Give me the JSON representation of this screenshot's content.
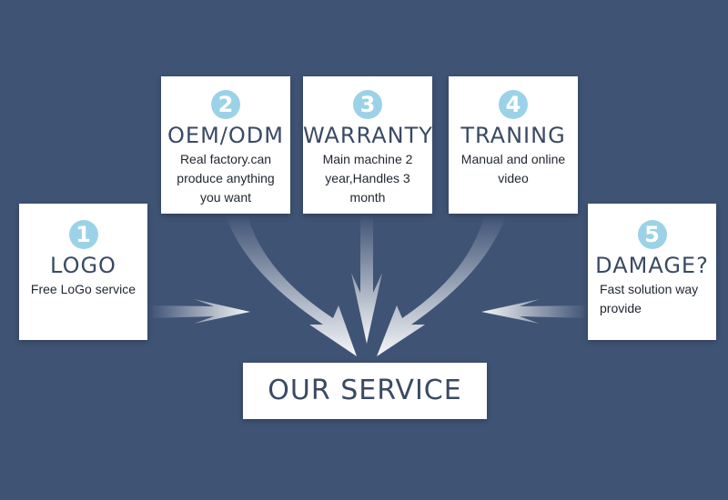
{
  "background_color": "#3f5375",
  "accent_color": "#9cd2e8",
  "cards": [
    {
      "number": "1",
      "title": "LOGO",
      "desc_lines": [
        "Free LoGo service"
      ]
    },
    {
      "number": "2",
      "title": "OEM/ODM",
      "desc_lines": [
        "Real factory.can",
        "produce anything",
        "you want"
      ]
    },
    {
      "number": "3",
      "title": "WARRANTY",
      "desc_lines": [
        "Main machine 2",
        "year,Handles 3",
        "month"
      ]
    },
    {
      "number": "4",
      "title": "TRANING",
      "desc_lines": [
        "Manual and online",
        "video"
      ]
    },
    {
      "number": "5",
      "title": "DAMAGE?",
      "desc_lines": [
        "Fast solution way",
        "provide"
      ]
    }
  ],
  "center": {
    "label": "OUR SERVICE"
  },
  "arrow_icons": [
    "arrow-right-icon",
    "arrow-down-curved-icon",
    "arrow-down-icon",
    "arrow-down-curved-icon",
    "arrow-left-icon"
  ]
}
